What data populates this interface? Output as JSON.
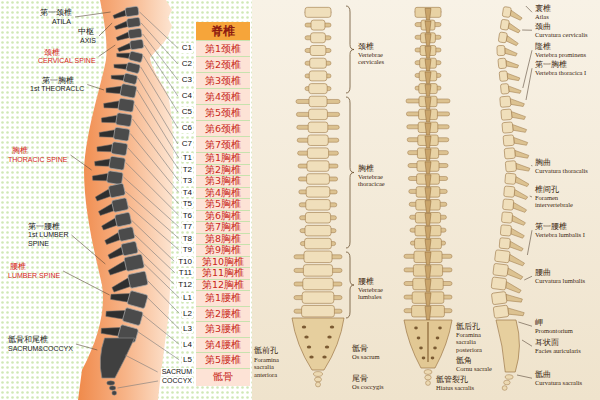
{
  "diagram": {
    "nodes": [
      {
        "text": [
          "脊椎"
        ]
      },
      {
        "text": [
          "第1颈椎"
        ],
        "in": 0
      },
      {
        "text": [
          "第2颈椎"
        ],
        "in": 0
      },
      {
        "text": [
          "第3颈椎"
        ],
        "in": 0
      },
      {
        "text": [
          "第4颈椎"
        ],
        "in": 0
      },
      {
        "text": [
          "第5颈椎"
        ],
        "in": 0
      },
      {
        "text": [
          "第6颈椎"
        ],
        "in": 0
      },
      {
        "text": [
          "第7颈椎"
        ],
        "in": 0
      },
      {
        "text": [
          "第1胸椎"
        ],
        "in": 0
      },
      {
        "text": [
          "第2胸椎"
        ],
        "in": 0
      },
      {
        "text": [
          "第3胸椎"
        ],
        "in": 0
      },
      {
        "text": [
          "第4胸椎"
        ],
        "in": 0
      },
      {
        "text": [
          "第5胸椎"
        ],
        "in": 0
      },
      {
        "text": [
          "第6胸椎"
        ],
        "in": 0
      },
      {
        "text": [
          "第7胸椎"
        ],
        "in": 0
      },
      {
        "text": [
          "第8胸椎"
        ],
        "in": 0
      },
      {
        "text": [
          "第9胸椎"
        ],
        "in": 0
      },
      {
        "text": [
          "第10胸椎"
        ],
        "in": 0
      },
      {
        "text": [
          "第11胸椎"
        ],
        "in": 0
      },
      {
        "text": [
          "第12胸椎"
        ],
        "in": 0
      },
      {
        "text": [
          "第1腰椎"
        ],
        "in": 0
      },
      {
        "text": [
          "第2腰椎"
        ],
        "in": 0
      },
      {
        "text": [
          "第3腰椎"
        ],
        "in": 0
      },
      {
        "text": [
          "第4腰椎"
        ],
        "in": 0
      },
      {
        "text": [
          "第5腰椎"
        ],
        "in": 0
      },
      {
        "text": [
          "骶骨"
        ],
        "in": 0
      }
    ],
    "labels": [
      "第一颈椎",
      "ATILA",
      "中枢",
      "AXIS",
      "颈椎",
      "CERVICAL SPINE",
      "第一胸椎",
      "1st THEORACLC",
      "胸椎",
      "THORACIC SPINE",
      "第一腰椎",
      "1st LUMBER",
      "SPINE",
      "腰椎",
      "LUMBER SPINE",
      "骶骨和尾椎",
      "SACRUM&COCCYX",
      "C1",
      "C2",
      "C3",
      "C4",
      "C5",
      "C6",
      "C7",
      "T1",
      "T2",
      "T3",
      "T4",
      "T5",
      "T6",
      "T7",
      "T8",
      "T9",
      "T10",
      "T11",
      "T12",
      "L1",
      "L2",
      "L3",
      "L4",
      "L5",
      "SACRUM",
      "COCCYX",
      "颈椎",
      "Vertebrae cervicales",
      "胸椎",
      "Vertebrae thoracicae",
      "腰椎",
      "Vertebrae lumbales",
      "骶前孔",
      "Foramina sacralia anteriora",
      "骶骨",
      "Os sacrum",
      "尾骨",
      "Os coccygis",
      "骶后孔",
      "Foramina sacralia posteriora",
      "骶角",
      "Cornu sacrale",
      "骶管裂孔",
      "Hiatus sacralis",
      "寰椎",
      "Atlas",
      "颈曲",
      "Curvatura cervicalis",
      "隆椎",
      "Vertebra prominens",
      "第一胸椎",
      "Vertebra thoracica I",
      "胸曲",
      "Curvatura thoracalis",
      "椎间孔",
      "Foramen intervertebrale",
      "第一腰椎",
      "Vertebra lumbalis I",
      "腰曲",
      "Curvatura lumbalis",
      "岬",
      "Promontorium",
      "耳状面",
      "Facies auricularis",
      "骶曲",
      "Curvatura sacralis"
    ]
  }
}
